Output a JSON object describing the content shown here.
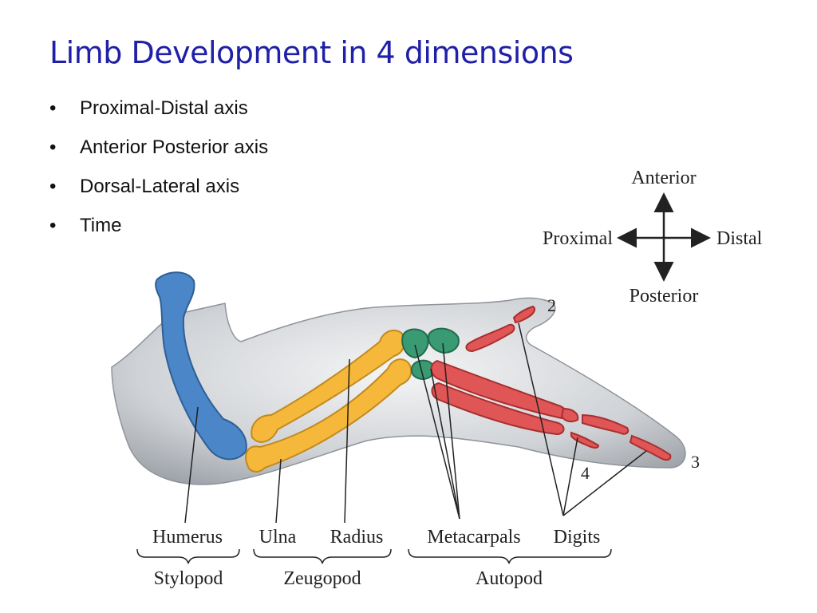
{
  "title": "Limb Development in 4 dimensions",
  "bullets": [
    {
      "text": "Proximal-Distal axis"
    },
    {
      "text": "Anterior Posterior axis"
    },
    {
      "text": "Dorsal-Lateral axis"
    },
    {
      "text": "Time"
    }
  ],
  "compass": {
    "anterior": "Anterior",
    "posterior": "Posterior",
    "proximal": "Proximal",
    "distal": "Distal"
  },
  "digit_numbers": {
    "d2": "2",
    "d3": "3",
    "d4": "4"
  },
  "bone_labels": {
    "humerus": "Humerus",
    "ulna": "Ulna",
    "radius": "Radius",
    "metacarpals": "Metacarpals",
    "digits": "Digits"
  },
  "segment_labels": {
    "stylopod": "Stylopod",
    "zeugopod": "Zeugopod",
    "autopod": "Autopod"
  },
  "colors": {
    "title": "#1f1fa8",
    "humerus": "#4a86c8",
    "zeugopod": "#f5b83a",
    "metacarpals": "#3a9a73",
    "digits": "#e05555",
    "limb": "#b8bcc2"
  }
}
